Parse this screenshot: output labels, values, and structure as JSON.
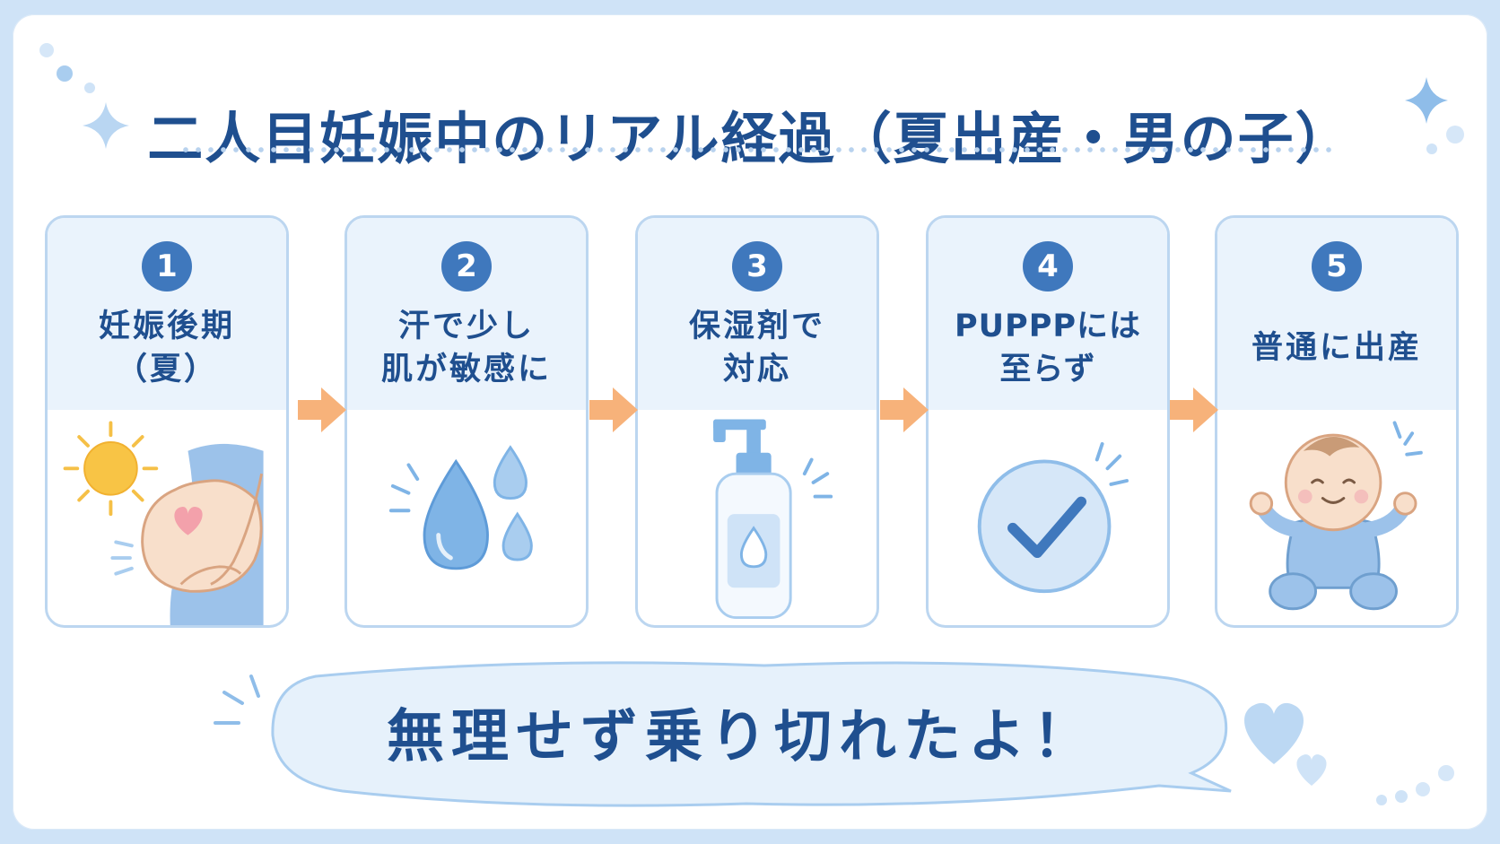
{
  "title": "二人目妊娠中のリアル経過（夏出産・男の子）",
  "steps": [
    {
      "number": "1",
      "line1": "妊娠後期",
      "line2": "（夏）",
      "illustration_icon": "pregnant-belly-sun-icon"
    },
    {
      "number": "2",
      "line1": "汗で少し",
      "line2": "肌が敏感に",
      "illustration_icon": "sweat-drops-icon"
    },
    {
      "number": "3",
      "line1": "保湿剤で",
      "line2": "対応",
      "illustration_icon": "moisturizer-bottle-icon"
    },
    {
      "number": "4",
      "line1": "PUPPPには",
      "line2": "至らず",
      "illustration_icon": "checkmark-icon"
    },
    {
      "number": "5",
      "line1": "普通に出産",
      "line2": "",
      "illustration_icon": "baby-boy-icon"
    }
  ],
  "speech": "無理せず乗り切れたよ！",
  "colors": {
    "background": "#cfe3f7",
    "title": "#1f4f8f",
    "number_circle": "#3f78bd",
    "card_border": "#bcd6f0",
    "card_header": "#eaf3fc",
    "arrow": "#f7b27a",
    "accent_light_blue": "#a9cdef"
  }
}
